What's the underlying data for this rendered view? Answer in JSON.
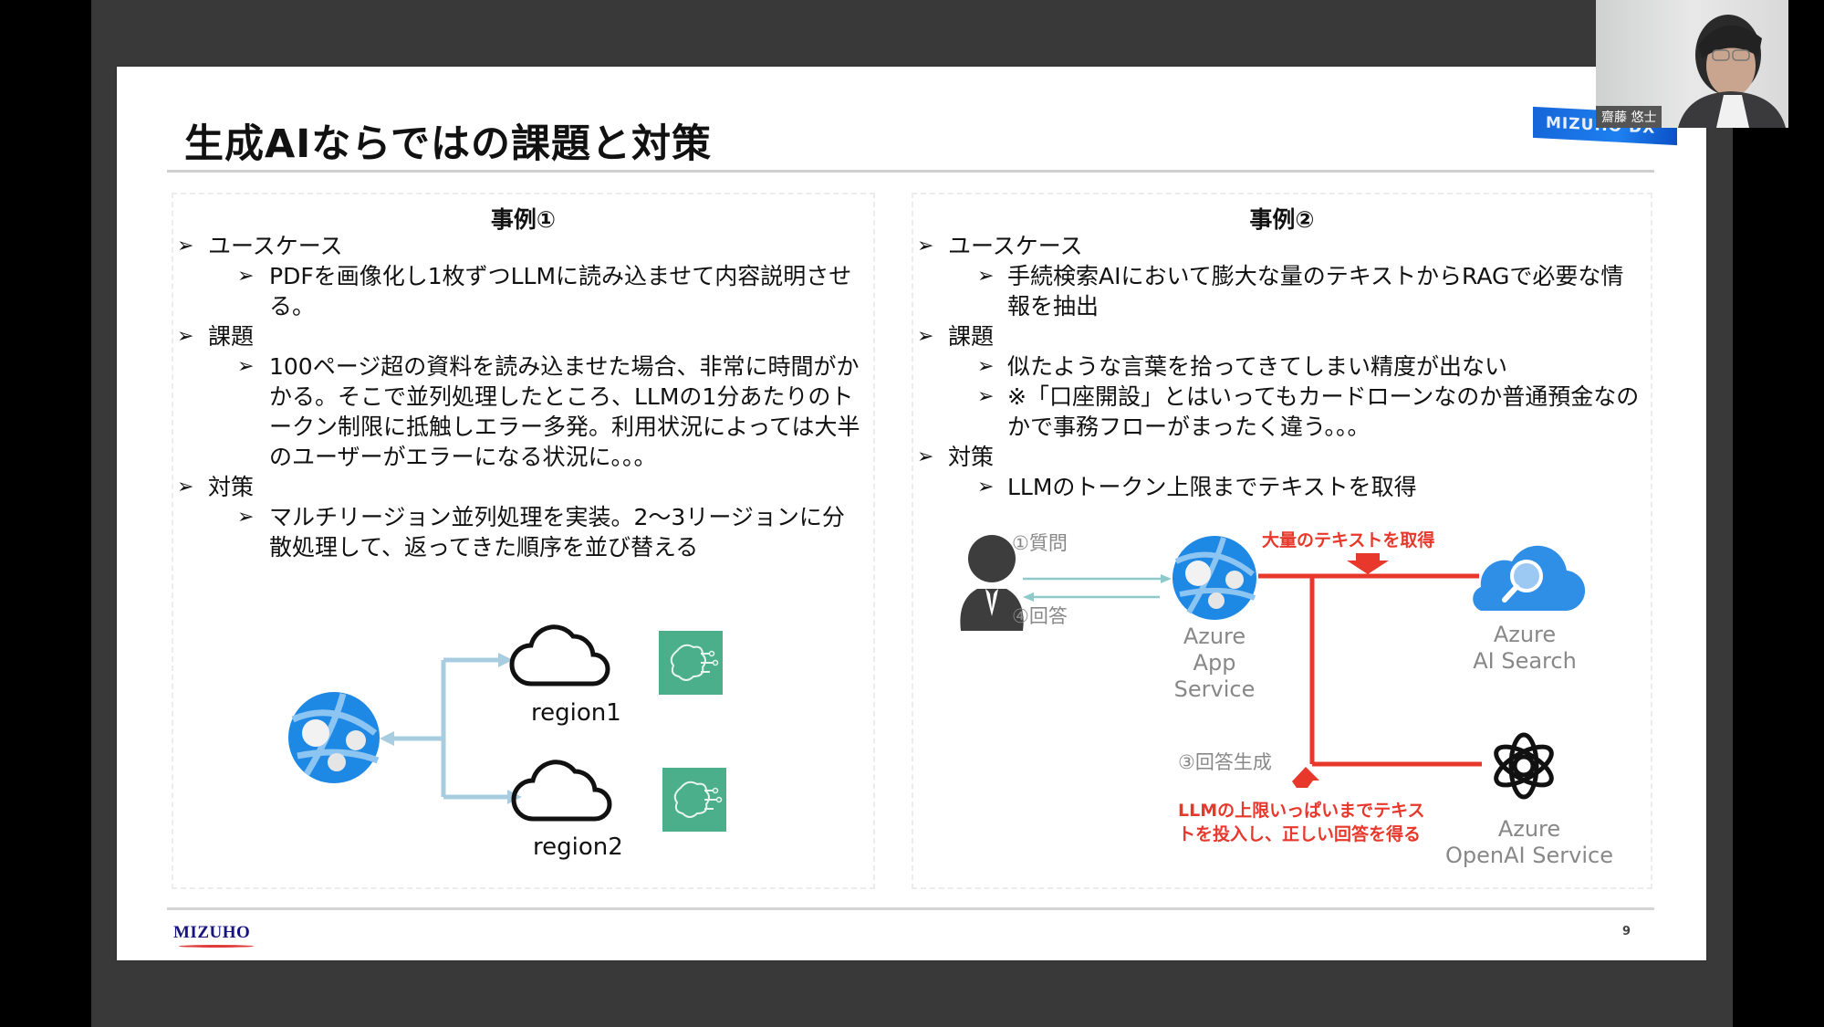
{
  "slide": {
    "title": "生成AIならではの課題と対策",
    "brand_banner": "MIZUHO DX",
    "footer_logo": "MIZUHO",
    "page_number": "9"
  },
  "case1": {
    "heading": "事例①",
    "sections": [
      {
        "label": "ユースケース",
        "items": [
          "PDFを画像化し1枚ずつLLMに読み込ませて内容説明させる。"
        ]
      },
      {
        "label": "課題",
        "items": [
          "100ページ超の資料を読み込ませた場合、非常に時間がかかる。そこで並列処理したところ、LLMの1分あたりのトークン制限に抵触しエラー多発。利用状況によっては大半のユーザーがエラーになる状況に。。。"
        ]
      },
      {
        "label": "対策",
        "items": [
          "マルチリージョン並列処理を実装。2〜3リージョンに分散処理して、返ってきた順序を並び替える"
        ]
      }
    ],
    "diagram": {
      "region1": "region1",
      "region2": "region2",
      "colors": {
        "connector": "#a8cde0",
        "ai_tile": "#4caf8c",
        "app_service": "#1e88e5"
      }
    }
  },
  "case2": {
    "heading": "事例②",
    "sections": [
      {
        "label": "ユースケース",
        "items": [
          "手続検索AIにおいて膨大な量のテキストからRAGで必要な情報を抽出"
        ]
      },
      {
        "label": "課題",
        "items": [
          "似たような言葉を拾ってきてしまい精度が出ない",
          "※「口座開設」とはいってもカードローンなのか普通預金なのかで事務フローがまったく違う。。。"
        ]
      },
      {
        "label": "対策",
        "items": [
          "LLMのトークン上限までテキストを取得"
        ]
      }
    ],
    "diagram": {
      "step1": "①質問",
      "step4": "④回答",
      "step3": "③回答生成",
      "app_service_label": [
        "Azure",
        "App Service"
      ],
      "ai_search_label": [
        "Azure",
        "AI Search"
      ],
      "openai_label": [
        "Azure",
        "OpenAI Service"
      ],
      "callout_top": "大量のテキストを取得",
      "callout_bottom": [
        "LLMの上限いっぱいまでテキス",
        "トを投入し、正しい回答を得る"
      ],
      "colors": {
        "flow": "#e8372b",
        "user_arrows": "#8fc9c9",
        "user_icon": "#3d3d3d"
      }
    }
  },
  "webcam": {
    "participant_name": "齋藤 悠士"
  }
}
